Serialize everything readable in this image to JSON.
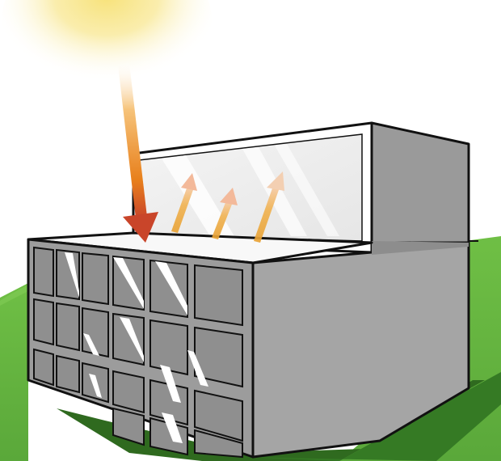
{
  "illustration": {
    "subject": "cool-roof-building",
    "windows": {
      "front_columns": 6,
      "front_rows": 4
    },
    "rising_heat_arrows": 3
  },
  "colors": {
    "sky": "#ffffff",
    "sun": "#f7e27a",
    "grass_light": "#7ec850",
    "grass_dark": "#3f8a2a",
    "building_front": "#9c9c9c",
    "building_side": "#a7a7a7",
    "window_glass": "#8f8f8f",
    "outline": "#111111",
    "roof": "#f8f8f8",
    "incoming_ray": "#e8801c",
    "incoming_ray_tip": "#c9452a",
    "reflected_ray": "#e8a030"
  },
  "icons": {
    "sun": "sun-icon",
    "incoming": "incoming-sunlight-arrow-icon",
    "reflected": "reflected-heat-arrow-icon"
  }
}
